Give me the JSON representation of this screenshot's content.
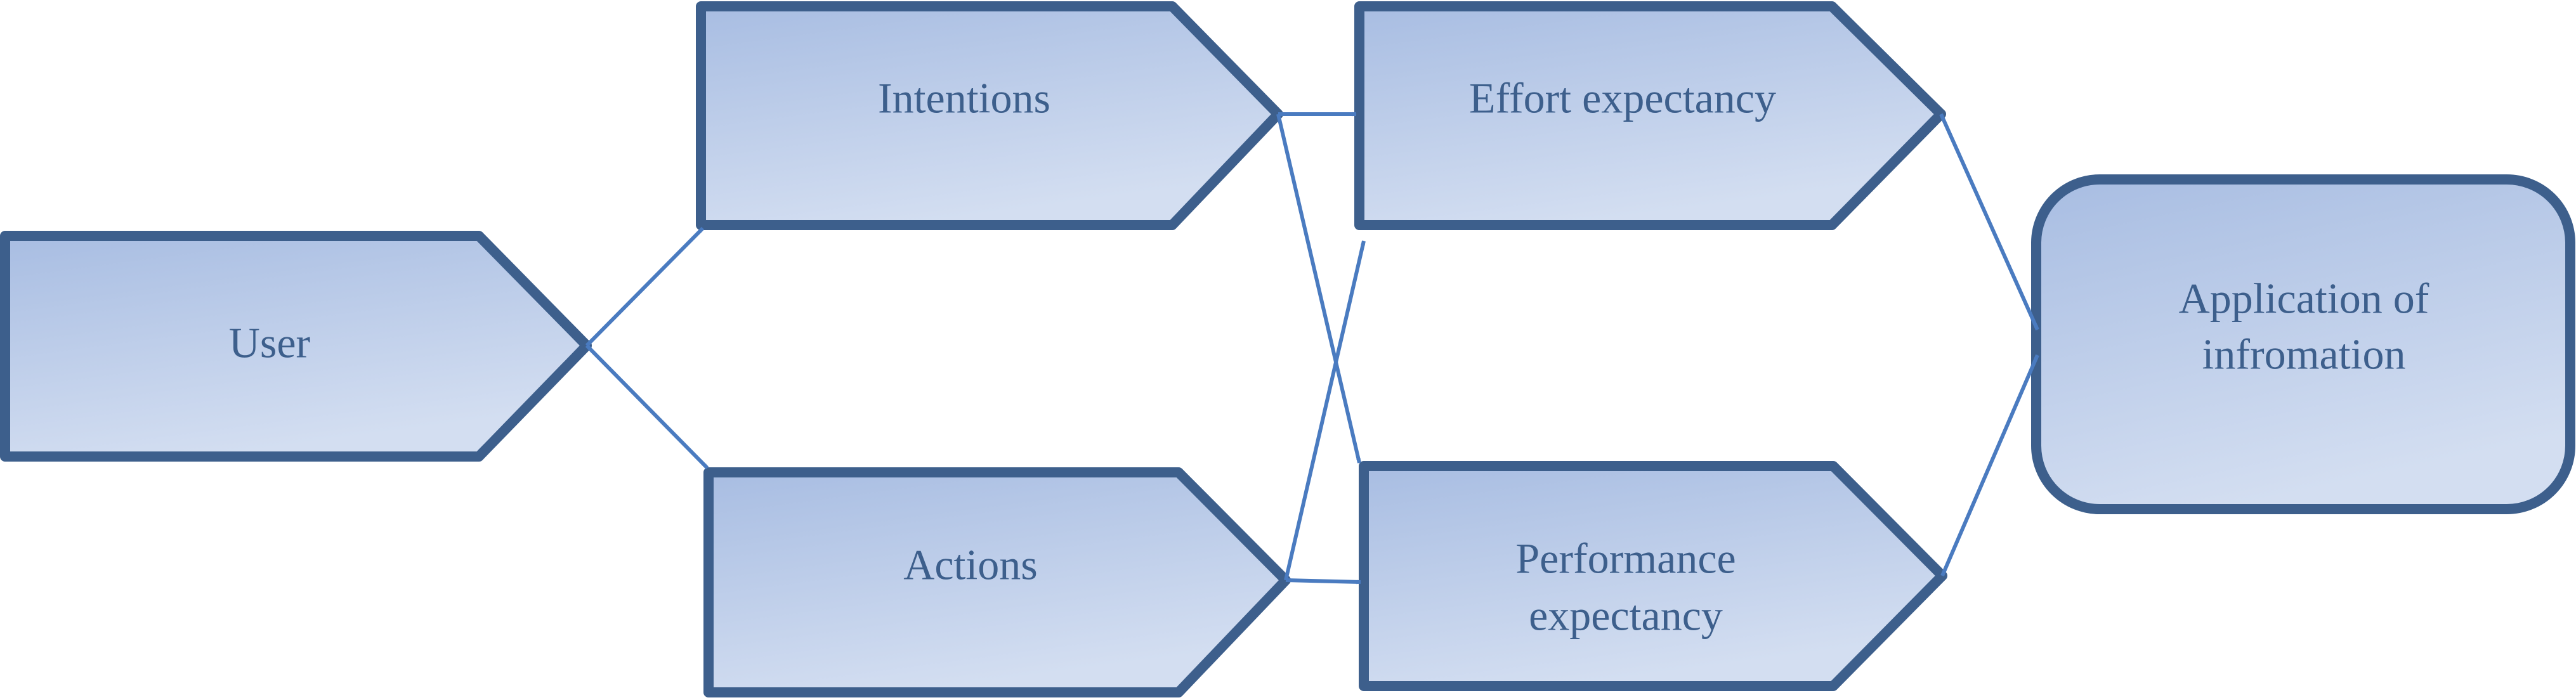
{
  "colors": {
    "border": "#3d5f8c",
    "fill_top": "#a8bde2",
    "fill_bottom": "#d3def1",
    "text": "#3d5f8c",
    "arrow": "#4a7bc0"
  },
  "nodes": {
    "user": {
      "label": "User"
    },
    "intentions": {
      "label": "Intentions"
    },
    "actions": {
      "label": "Actions"
    },
    "effort": {
      "label": "Effort expectancy"
    },
    "performance": {
      "line1": "Performance",
      "line2": "expectancy"
    },
    "application": {
      "line1": "Application of",
      "line2": "infromation"
    }
  }
}
